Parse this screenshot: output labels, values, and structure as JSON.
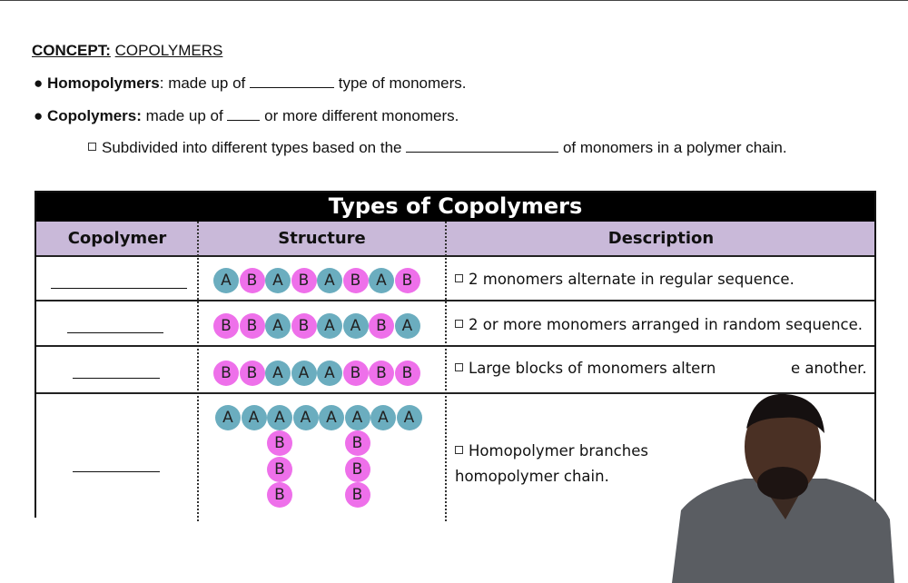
{
  "concept": {
    "label": "CONCEPT:",
    "topic": "COPOLYMERS"
  },
  "bullets": [
    {
      "term": "Homopolymers",
      "after_term": ": made up of",
      "after_blank": "type of monomers."
    },
    {
      "term": "Copolymers:",
      "after_term": " made up of",
      "after_blank": "or more different monomers."
    }
  ],
  "sub_bullet": {
    "before_blank": "Subdivided into different types based on the",
    "after_blank": "of monomers in a polymer chain."
  },
  "table": {
    "title": "Types of Copolymers",
    "headers": [
      "Copolymer",
      "Structure",
      "Description"
    ],
    "rows": [
      {
        "structure": [
          "A",
          "B",
          "A",
          "B",
          "A",
          "B",
          "A",
          "B"
        ],
        "description": "2 monomers alternate in regular sequence."
      },
      {
        "structure": [
          "B",
          "B",
          "A",
          "B",
          "A",
          "A",
          "B",
          "A"
        ],
        "description": "2 or more monomers arranged in random sequence."
      },
      {
        "structure": [
          "B",
          "B",
          "A",
          "A",
          "A",
          "B",
          "B",
          "B"
        ],
        "description_left": "Large blocks of monomers altern",
        "description_right": "e another."
      },
      {
        "backbone": [
          "A",
          "A",
          "A",
          "A",
          "A",
          "A",
          "A",
          "A"
        ],
        "branches": [
          [
            "B",
            "B",
            "B"
          ],
          [
            "B",
            "B",
            "B"
          ]
        ],
        "description_line1": "Homopolymer branches",
        "description_line2": "homopolymer chain."
      }
    ]
  },
  "colors": {
    "monomer_A": "#6badbf",
    "monomer_B": "#ee70ea",
    "header_bg": "#c9b9d9",
    "title_bg": "#000000"
  }
}
